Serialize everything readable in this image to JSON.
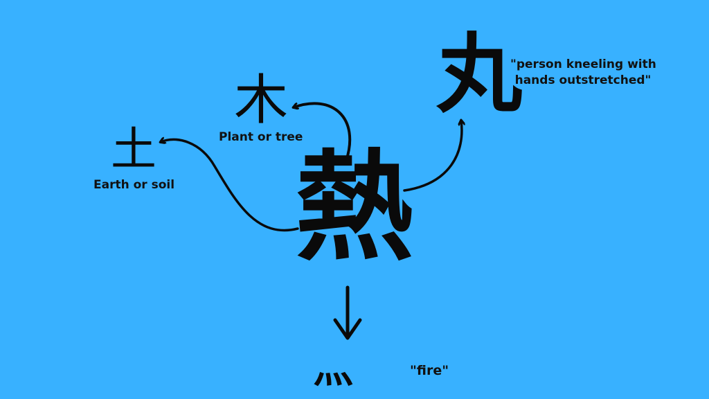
{
  "main": {
    "kanji": "熱"
  },
  "components": [
    {
      "kanji": "土",
      "label": "Earth or soil"
    },
    {
      "kanji": "木",
      "label": "Plant or tree"
    },
    {
      "kanji": "丸",
      "label_line1": "\"person kneeling with",
      "label_line2": "hands outstretched\""
    },
    {
      "kanji": "灬",
      "label": "\"fire\""
    }
  ],
  "colors": {
    "background": "#38b1ff",
    "ink": "#0a0a0a"
  }
}
